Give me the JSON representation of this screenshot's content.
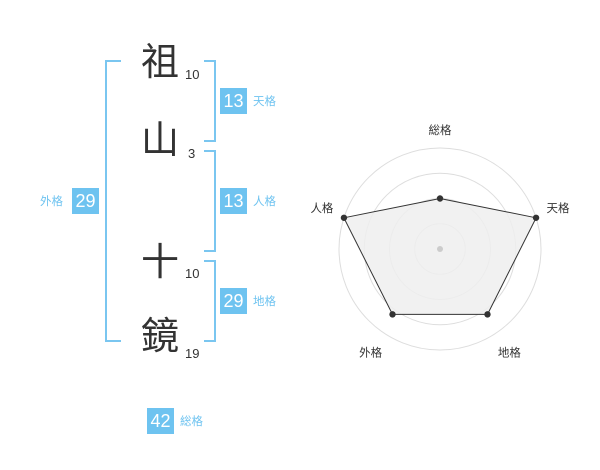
{
  "name": {
    "chars": [
      {
        "char": "祖",
        "strokes": "10"
      },
      {
        "char": "山",
        "strokes": "3"
      },
      {
        "char": "十",
        "strokes": "10"
      },
      {
        "char": "鏡",
        "strokes": "19"
      }
    ]
  },
  "scores": {
    "tenkaku": {
      "label": "天格",
      "value": "13"
    },
    "jinkaku": {
      "label": "人格",
      "value": "13"
    },
    "chikaku": {
      "label": "地格",
      "value": "29"
    },
    "gaikaku": {
      "label": "外格",
      "value": "29"
    },
    "soukaku": {
      "label": "総格",
      "value": "42"
    }
  },
  "chart_data": {
    "type": "radar",
    "axes": [
      "総格",
      "天格",
      "地格",
      "外格",
      "人格"
    ],
    "values": [
      0.5,
      1.0,
      0.8,
      0.8,
      1.0
    ],
    "rings": 4,
    "colors": {
      "fill": "#eeeeee",
      "line": "#333333",
      "ring": "#dddddd",
      "accent": "#6ec3f0"
    }
  }
}
